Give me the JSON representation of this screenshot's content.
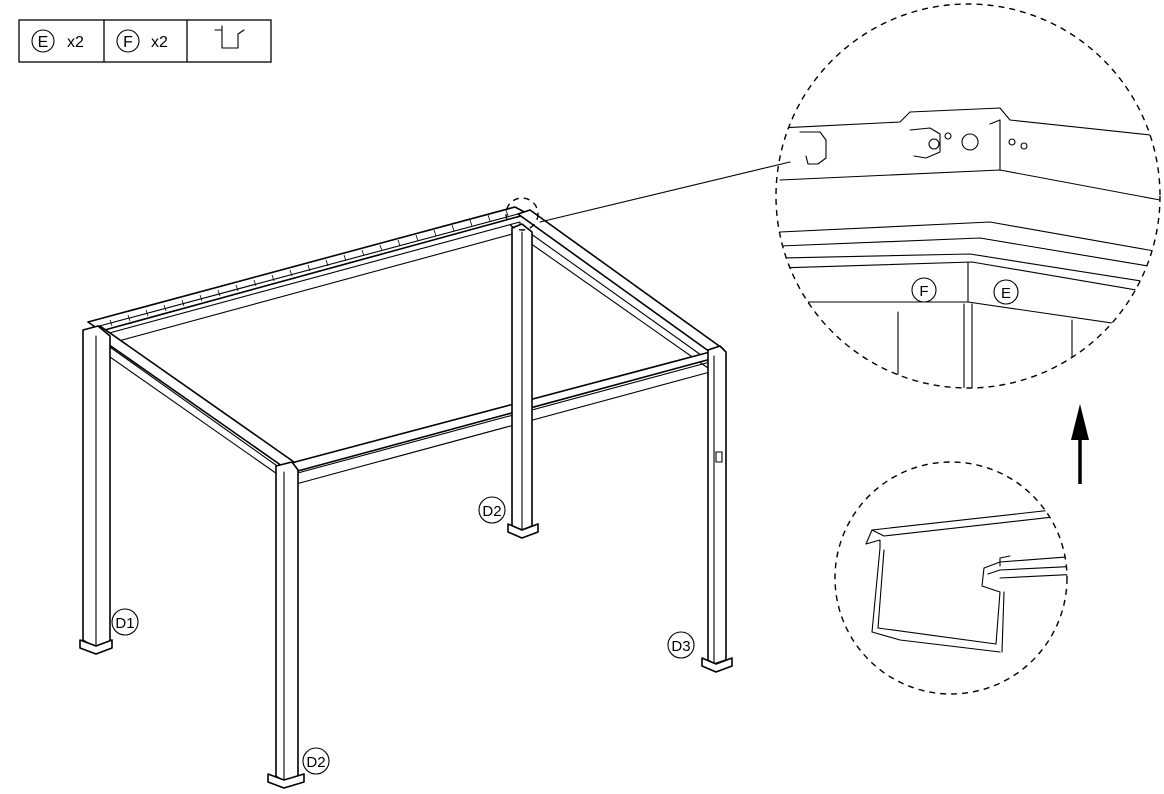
{
  "parts_box": {
    "items": [
      {
        "part": "E",
        "qty": "x2"
      },
      {
        "part": "F",
        "qty": "x2"
      }
    ],
    "tool_icon": "bracket-profile-icon"
  },
  "callouts": {
    "d1": "D1",
    "d2_back": "D2",
    "d2_front": "D2",
    "d3": "D3",
    "detail_f": "F",
    "detail_e": "E"
  },
  "icons": {
    "arrow": "up-arrow-icon",
    "gutter_detail": "gutter-profile-icon",
    "corner_detail": "corner-joint-icon"
  }
}
